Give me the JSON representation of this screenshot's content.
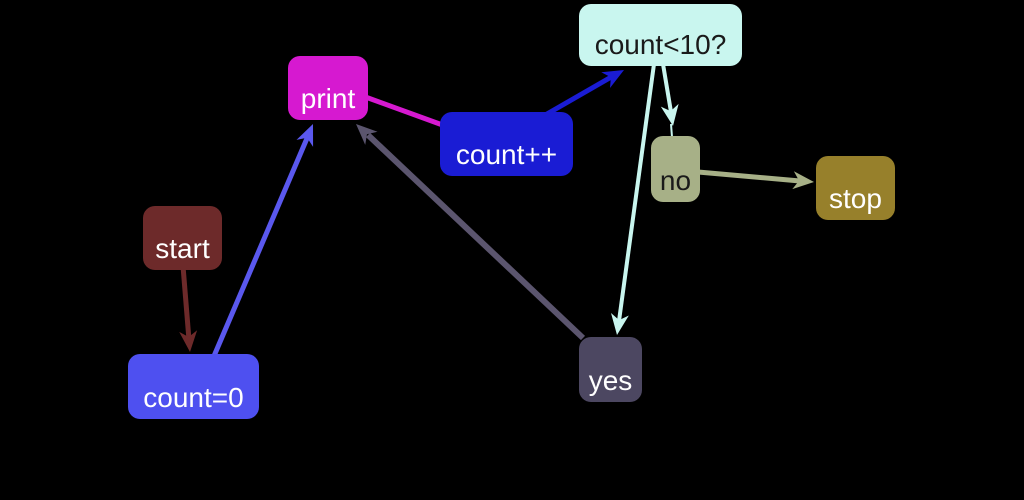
{
  "diagram": {
    "type": "flowchart",
    "background": "#000000",
    "nodes": {
      "start": {
        "label": "start",
        "color": "#6d2a2a",
        "text_color": "#ffffff"
      },
      "count0": {
        "label": "count=0",
        "color": "#4e50f0",
        "text_color": "#ffffff"
      },
      "print": {
        "label": "print",
        "color": "#d619d0",
        "text_color": "#ffffff"
      },
      "countpp": {
        "label": "count++",
        "color": "#1a1cd4",
        "text_color": "#ffffff"
      },
      "cond": {
        "label": "count<10?",
        "color": "#c9f6ef",
        "text_color": "#1a1a1a"
      },
      "no": {
        "label": "no",
        "color": "#a7b087",
        "text_color": "#1a1a1a"
      },
      "stop": {
        "label": "stop",
        "color": "#97802b",
        "text_color": "#ffffff"
      },
      "yes": {
        "label": "yes",
        "color": "#4c4761",
        "text_color": "#ffffff"
      }
    },
    "edges": {
      "start_to_count0": {
        "from": "start",
        "to": "count=0",
        "color": "#6d2a2a",
        "arrowhead": true
      },
      "count0_to_print": {
        "from": "count=0",
        "to": "print",
        "color": "#5a58ee",
        "arrowhead": true
      },
      "print_to_countpp": {
        "from": "print",
        "to": "count++",
        "color": "#d619d0",
        "arrowhead": false
      },
      "countpp_to_cond": {
        "from": "count++",
        "to": "count<10?",
        "color": "#1a1cd4",
        "arrowhead": true
      },
      "cond_to_no": {
        "from": "count<10?",
        "to": "no",
        "color": "#c9f6ef",
        "arrowhead": true
      },
      "cond_to_yes": {
        "from": "count<10?",
        "to": "yes",
        "color": "#c9f6ef",
        "arrowhead": true
      },
      "no_to_stop": {
        "from": "no",
        "to": "stop",
        "color": "#a7b087",
        "arrowhead": true
      },
      "yes_to_print": {
        "from": "yes",
        "to": "print",
        "color": "#5b556e",
        "arrowhead": true
      }
    }
  }
}
